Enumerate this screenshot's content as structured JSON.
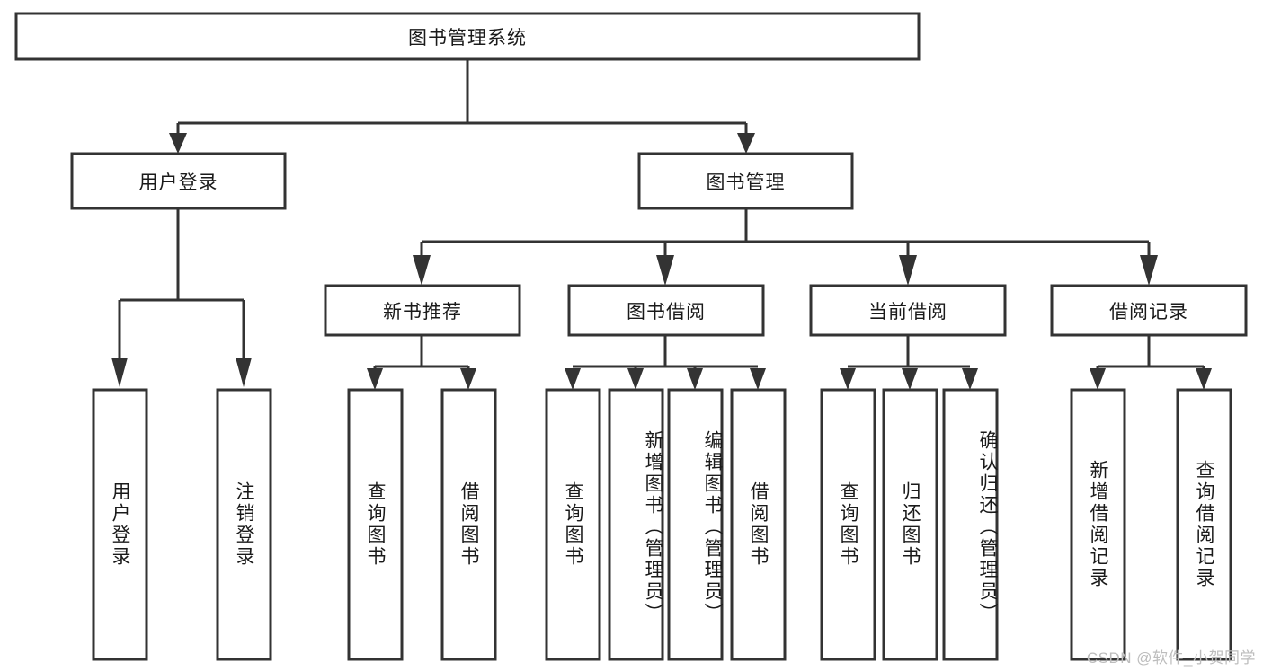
{
  "diagram": {
    "title_node": {
      "label": "图书管理系统"
    },
    "level2": [
      {
        "id": "user-login",
        "label": "用户登录"
      },
      {
        "id": "book-management",
        "label": "图书管理"
      }
    ],
    "level3": [
      {
        "id": "new-book-recommend",
        "label": "新书推荐"
      },
      {
        "id": "book-borrow",
        "label": "图书借阅"
      },
      {
        "id": "current-borrow",
        "label": "当前借阅"
      },
      {
        "id": "borrow-record",
        "label": "借阅记录"
      }
    ],
    "leaves": {
      "user_login": [
        {
          "id": "leaf-user-login",
          "label": "用户登录"
        },
        {
          "id": "leaf-logout",
          "label": "注销登录"
        }
      ],
      "new_book_recommend": [
        {
          "id": "leaf-query-book-1",
          "label": "查询图书"
        },
        {
          "id": "leaf-borrow-book-1",
          "label": "借阅图书"
        }
      ],
      "book_borrow": [
        {
          "id": "leaf-query-book-2",
          "label": "查询图书"
        },
        {
          "id": "leaf-add-book",
          "label": "新增图书（管理员）"
        },
        {
          "id": "leaf-edit-book",
          "label": "编辑图书（管理员）"
        },
        {
          "id": "leaf-borrow-book-2",
          "label": "借阅图书"
        }
      ],
      "current_borrow": [
        {
          "id": "leaf-query-book-3",
          "label": "查询图书"
        },
        {
          "id": "leaf-return-book",
          "label": "归还图书"
        },
        {
          "id": "leaf-confirm-return",
          "label": "确认归还（管理员）"
        }
      ],
      "borrow_record": [
        {
          "id": "leaf-add-record",
          "label": "新增借阅记录"
        },
        {
          "id": "leaf-query-record",
          "label": "查询借阅记录"
        }
      ]
    }
  },
  "watermark": {
    "text": "CSDN @软件_小贺同学"
  },
  "colors": {
    "stroke": "#333333",
    "box_fill": "#ffffff",
    "text": "#1a1a1a",
    "watermark": "#bdbdbd",
    "background": "#ffffff"
  }
}
